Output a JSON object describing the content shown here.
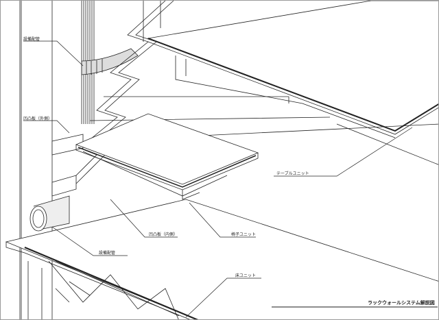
{
  "labels": {
    "pipe_top": "設備配管",
    "panel_outer": "凹凸板（外側）",
    "table_unit": "テーブルユニット",
    "panel_inner": "凹凸板（内側）",
    "chair_unit": "椅子ユニット",
    "pipe_bottom": "設備配管",
    "floor_unit": "床ユニット"
  },
  "title": "ラックウォールシステム解説図"
}
